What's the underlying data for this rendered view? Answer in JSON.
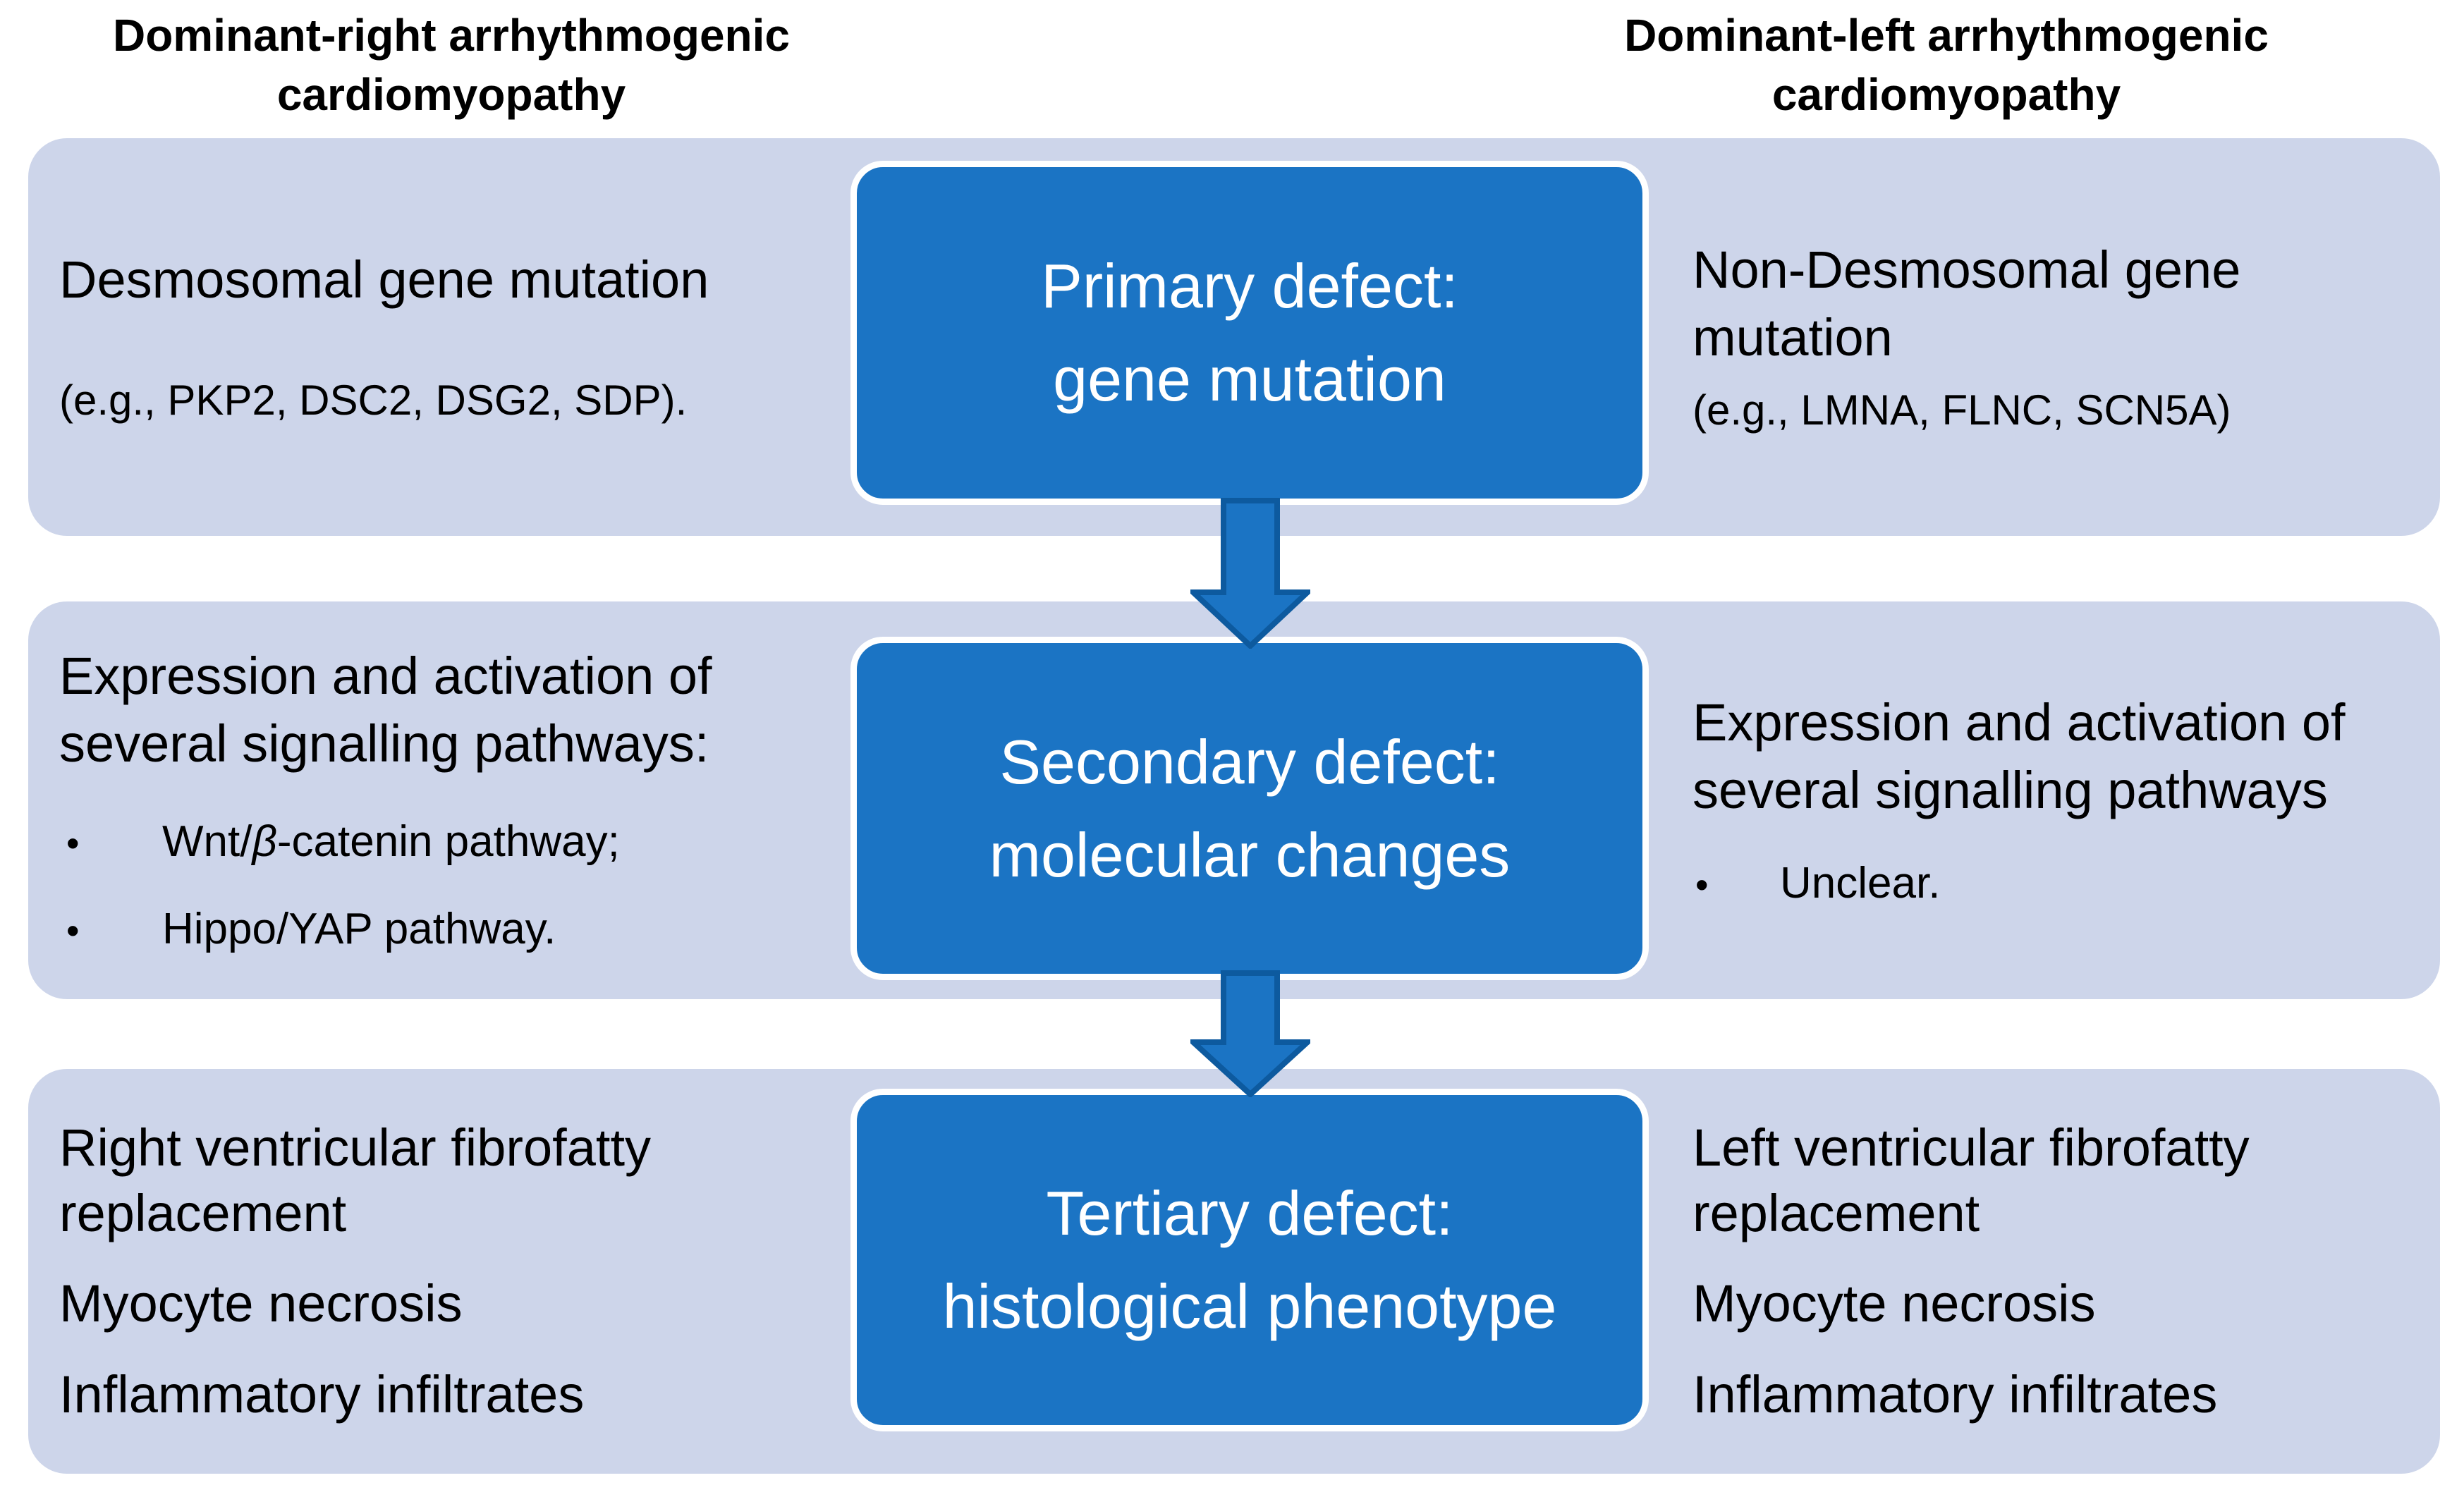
{
  "headers": {
    "left": "Dominant-right arrhythmogenic cardiomyopathy",
    "right": "Dominant-left arrhythmogenic cardiomyopathy"
  },
  "row1": {
    "left_main": "Desmosomal gene mutation",
    "left_sub": "(e.g., PKP2, DSC2, DSG2, SDP).",
    "box_line1": "Primary defect:",
    "box_line2": "gene mutation",
    "right_main": "Non-Desmosomal gene mutation",
    "right_sub": "(e.g., LMNA, FLNC, SCN5A)"
  },
  "row2": {
    "left_main": "Expression and activation of several signalling pathways:",
    "bullet1_prefix": "Wnt/",
    "bullet1_beta": "β",
    "bullet1_suffix": "-catenin pathway;",
    "bullet2": "Hippo/YAP pathway.",
    "box_line1": "Secondary defect:",
    "box_line2": "molecular changes",
    "right_main": "Expression and activation of several signalling pathways",
    "right_bullet": "Unclear."
  },
  "row3": {
    "left_items": [
      "Right ventricular fibrofatty replacement",
      "Myocyte necrosis",
      "Inflammatory infiltrates"
    ],
    "box_line1": "Tertiary defect:",
    "box_line2": "histological phenotype",
    "right_items": [
      "Left ventricular fibrofatty replacement",
      "Myocyte necrosis",
      "Inflammatory infiltrates"
    ]
  },
  "icons": {
    "bullet": "•",
    "arrow_direction": "down-arrow"
  },
  "colors": {
    "band_bg": "#cdd5ea",
    "box_fill": "#1b74c4",
    "box_border": "#ffffff",
    "box_text": "#ffffff",
    "arrow_fill": "#1b74c4",
    "arrow_stroke": "#0d5a9f",
    "body_text": "#000000",
    "page_bg": "#ffffff"
  }
}
